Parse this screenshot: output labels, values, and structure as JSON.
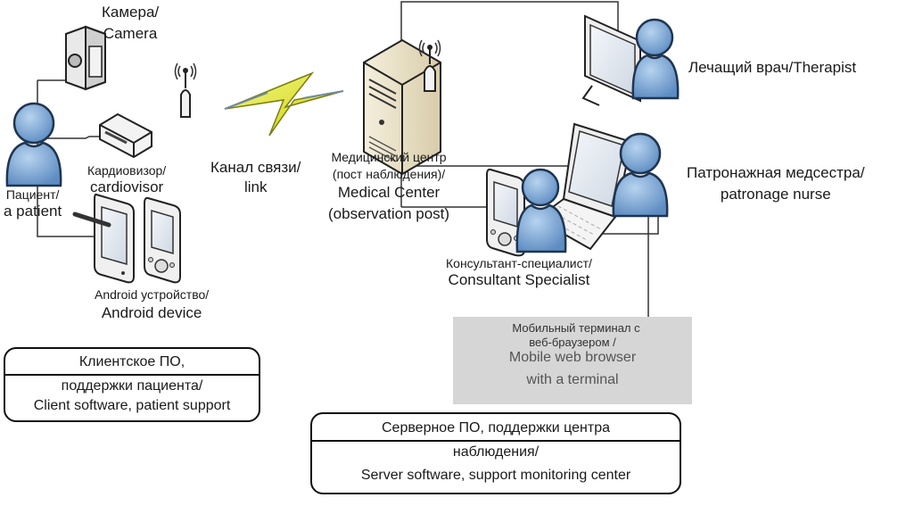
{
  "title": "Telemedicine patient monitoring system diagram",
  "nodes": {
    "camera": {
      "ru": "Камера/",
      "en": "Camera"
    },
    "cardiovisor": {
      "ru": "Кардиовизор/",
      "en": "cardiovisor"
    },
    "patient": {
      "ru": "Пациент/",
      "en": "a patient"
    },
    "android": {
      "ru": "Android устройство/",
      "en": "Android device"
    },
    "link": {
      "ru": "Канал связи/",
      "en": "link"
    },
    "medical_center": {
      "ru1": "Медицинский центр",
      "ru2": "(пост наблюдения)/",
      "en1": "Medical Center",
      "en2": "(observation post)"
    },
    "therapist": {
      "label": "Лечащий врач/Therapist"
    },
    "nurse": {
      "ru": "Патронажная медсестра/",
      "en": "patronage nurse"
    },
    "consultant": {
      "ru": "Консультант-специалист/",
      "en": "Consultant Specialist"
    },
    "mobile_terminal": {
      "ru1": "Мобильный терминал с",
      "ru2": "веб-браузером /",
      "en1": "Mobile web browser",
      "en2": "with a terminal"
    }
  },
  "client_box": {
    "title": "Клиентское ПО,",
    "line2": "поддержки пациента/",
    "line3": "Client software, patient support"
  },
  "server_box": {
    "title": "Серверное ПО, поддержки центра",
    "line2": "наблюдения/",
    "line3": "Server software, support monitoring center"
  },
  "colors": {
    "person_fill": "#7fa8d6",
    "person_stroke": "#1f3550",
    "lightning": "#e3e81c",
    "server_fill": "#ece3c8",
    "gray_box": "#d6d6d6"
  }
}
